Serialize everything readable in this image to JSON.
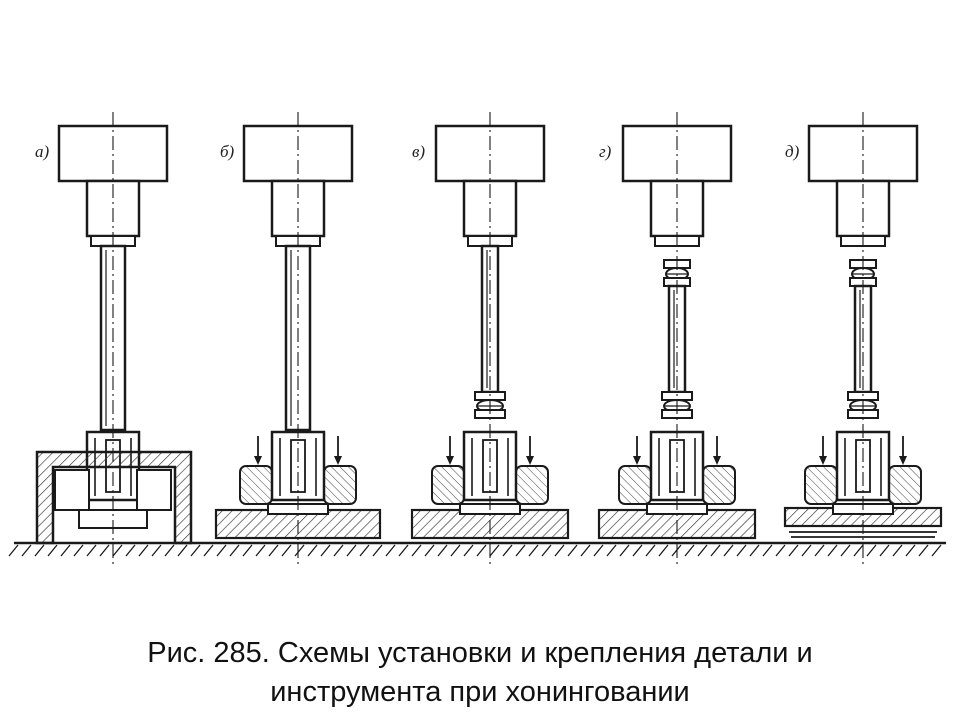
{
  "figure": {
    "panels": [
      {
        "label": "а)",
        "variant": "fixture-box"
      },
      {
        "label": "б)",
        "variant": "rigid"
      },
      {
        "label": "в)",
        "variant": "hinge-bottom"
      },
      {
        "label": "г)",
        "variant": "hinge-both"
      },
      {
        "label": "д)",
        "variant": "hinge-both-floating"
      }
    ],
    "ink_color": "#1a1a1a",
    "hatch_color": "#333333"
  },
  "caption": {
    "line1": "Рис. 285. Схемы установки и крепления детали и",
    "line2": "инструмента при хонинговании"
  }
}
